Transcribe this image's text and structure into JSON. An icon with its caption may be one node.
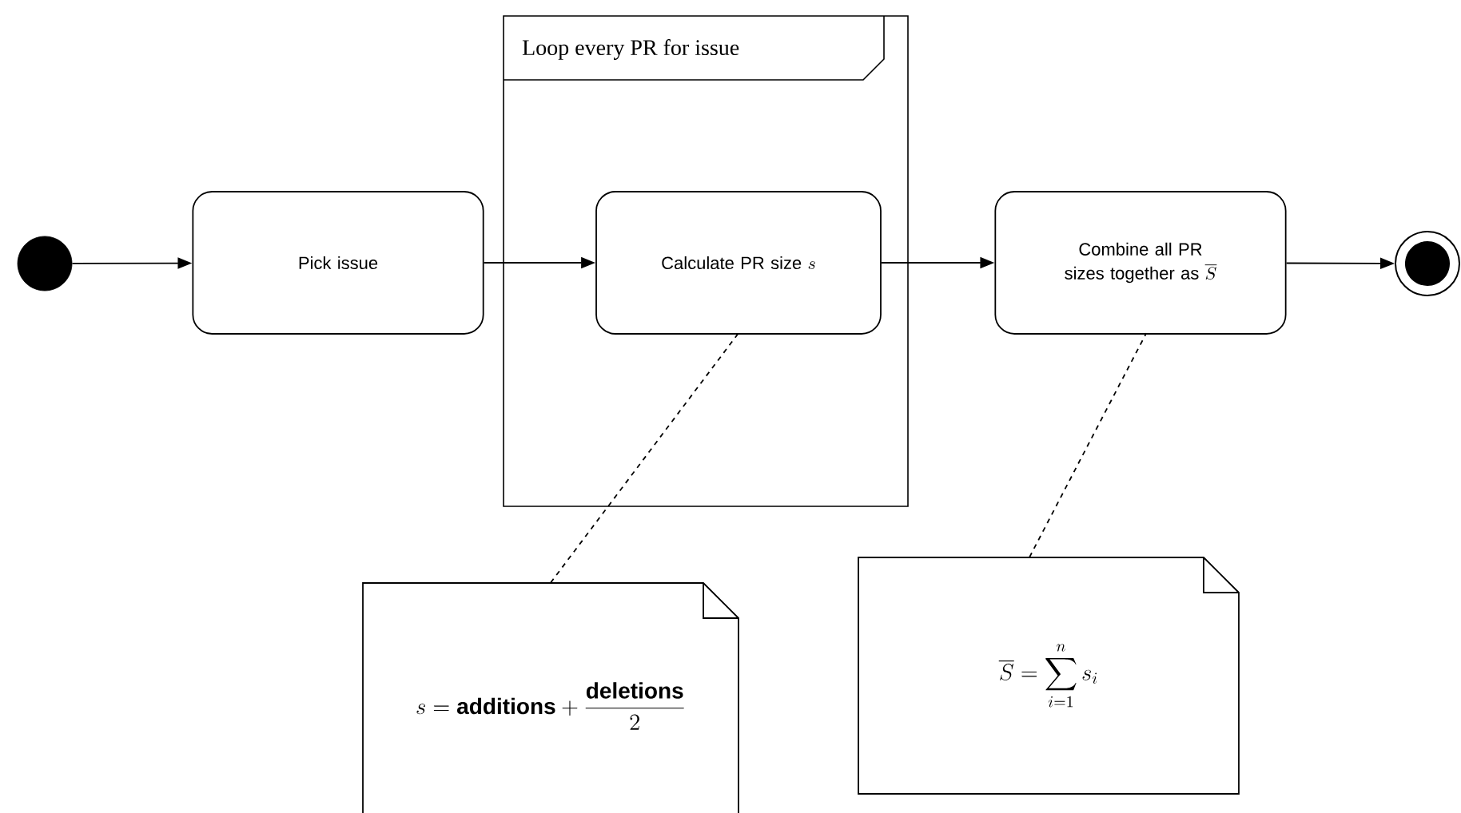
{
  "diagram": {
    "nodes": [
      {
        "text": [],
        "shape": "circle"
      },
      {
        "text": [
          "Pick issue"
        ]
      },
      {
        "text": [
          "Loop every PR for issue"
        ]
      },
      {
        "text": [
          "Calculate PR size",
          "s"
        ],
        "in": 2
      },
      {
        "text": [
          "Combine all PR sizes together as",
          "\\overline{S}"
        ]
      },
      {
        "text": [],
        "shape": "circle"
      },
      {
        "text": [
          "s = \\mathbf{additions} + \\frac{\\mathbf{deletions}}{2}"
        ]
      },
      {
        "text": [
          "\\overline{S} = \\sum_{i=1}^{n} s_i"
        ]
      }
    ],
    "edges": [
      {
        "from": 0,
        "to": 1,
        "arrow": "to"
      },
      {
        "from": 1,
        "to": 3,
        "arrow": "to"
      },
      {
        "from": 3,
        "to": 4,
        "arrow": "to"
      },
      {
        "from": 4,
        "to": 5,
        "arrow": "to"
      },
      {
        "from": 6,
        "to": 3,
        "arrow": "none",
        "style": "dashed"
      },
      {
        "from": 7,
        "to": 4,
        "arrow": "none",
        "style": "dashed"
      }
    ]
  }
}
